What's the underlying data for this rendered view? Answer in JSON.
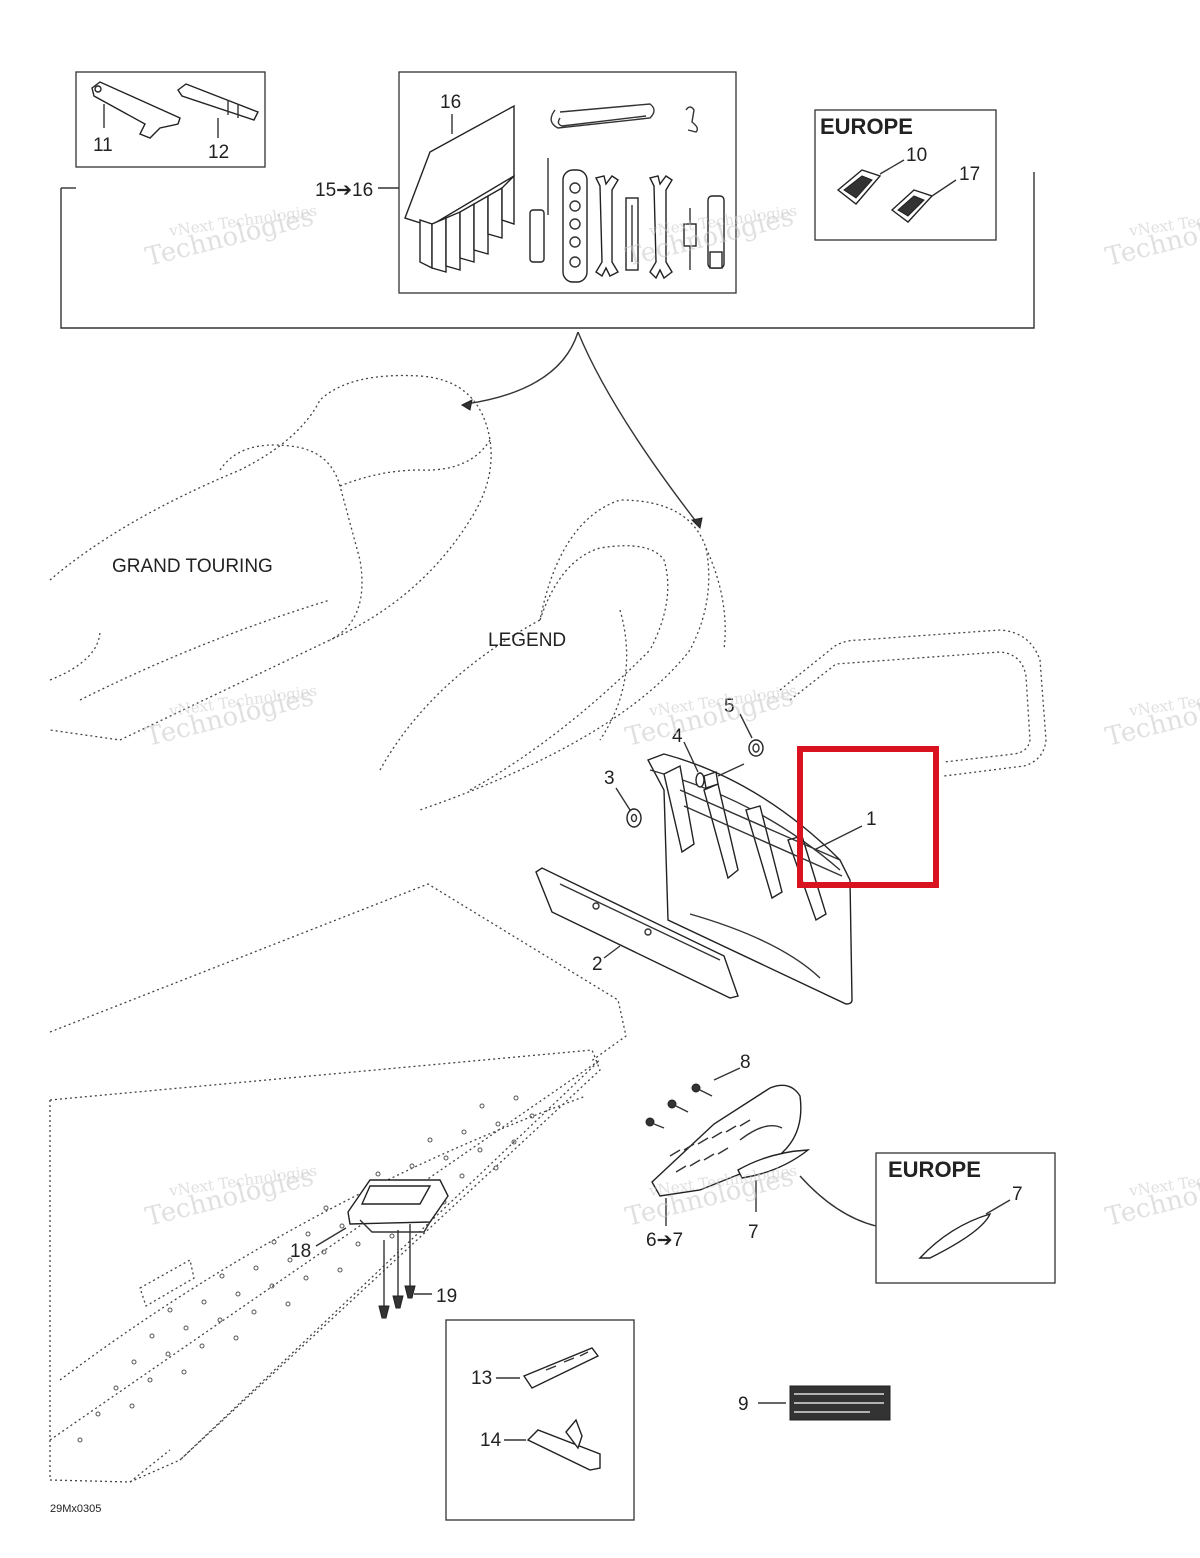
{
  "labels": {
    "p1": "1",
    "p2": "2",
    "p3": "3",
    "p4": "4",
    "p5": "5",
    "p6_7": "6➔7",
    "p7a": "7",
    "p7b": "7",
    "p8": "8",
    "p9": "9",
    "p10": "10",
    "p11": "11",
    "p12": "12",
    "p13": "13",
    "p14": "14",
    "p15_16": "15➔16",
    "p16": "16",
    "p17": "17",
    "p18": "18",
    "p19": "19"
  },
  "regions": {
    "europe_top": "EUROPE",
    "europe_bottom": "EUROPE"
  },
  "models": {
    "grand_touring": "GRAND TOURING",
    "legend": "LEGEND"
  },
  "drawing_code": "29Mx0305",
  "watermark": {
    "line1": "vNext Technologies",
    "line2": "Technologies"
  },
  "highlight": {
    "color": "#d8121f",
    "target_part": "1"
  }
}
